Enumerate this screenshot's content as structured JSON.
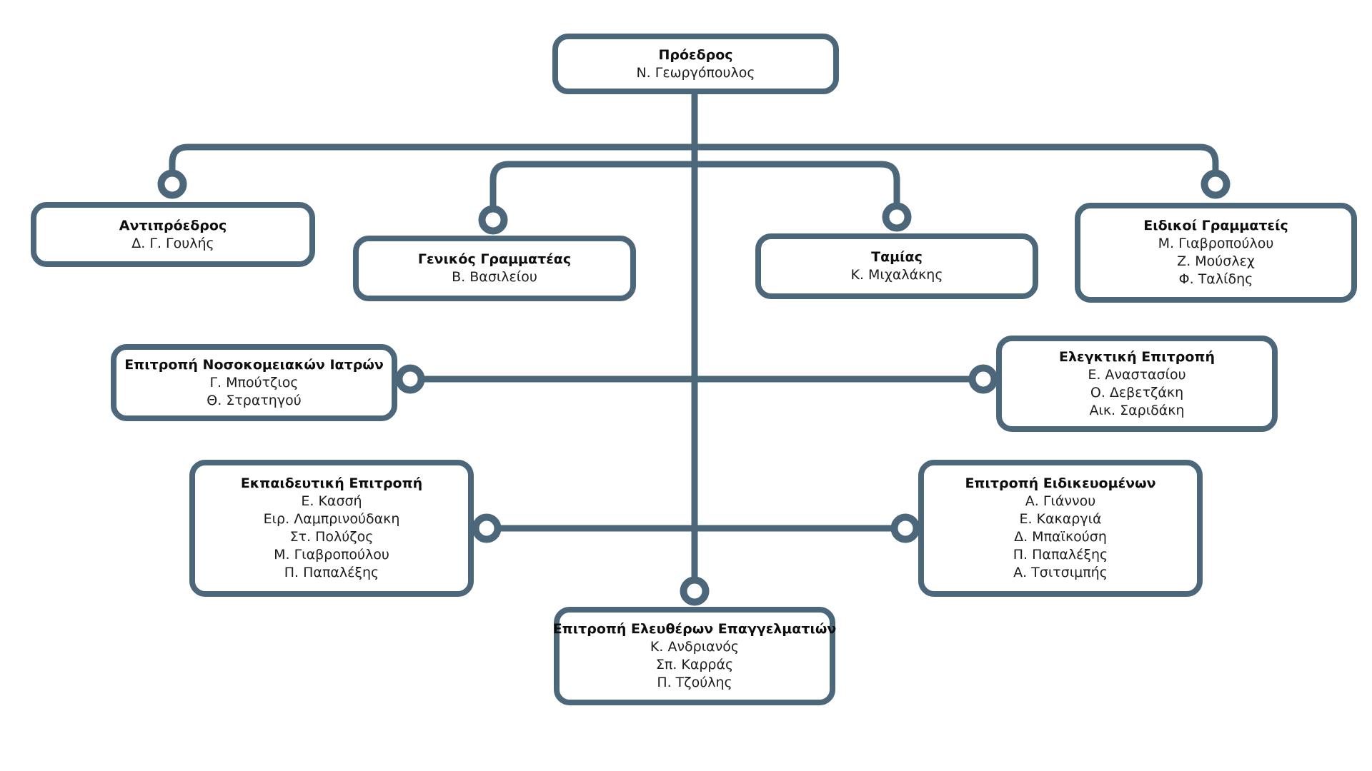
{
  "diagram": {
    "type": "org-chart",
    "accent_color": "#4b6779",
    "background_color": "#ffffff",
    "nodes": {
      "president": {
        "title": "Πρόεδρος",
        "members": [
          "Ν. Γεωργόπουλος"
        ]
      },
      "vice": {
        "title": "Αντιπρόεδρος",
        "members": [
          "Δ. Γ. Γουλής"
        ]
      },
      "general": {
        "title": "Γενικός Γραμματέας",
        "members": [
          "Β. Βασιλείου"
        ]
      },
      "treasurer": {
        "title": "Ταμίας",
        "members": [
          "Κ. Μιχαλάκης"
        ]
      },
      "special": {
        "title": "Ειδικοί Γραμματείς",
        "members": [
          "Μ. Γιαβροπούλου",
          "Ζ. Μούσλεχ",
          "Φ. Ταλίδης"
        ]
      },
      "hospital": {
        "title": "Επιτροπή Νοσοκομειακών Ιατρών",
        "members": [
          "Γ. Μπούτζιος",
          "Θ. Στρατηγού"
        ]
      },
      "audit": {
        "title": "Ελεγκτική Επιτροπή",
        "members": [
          "Ε. Αναστασίου",
          "Ο. Δεβετζάκη",
          "Αικ. Σαριδάκη"
        ]
      },
      "education": {
        "title": "Εκπαιδευτική Επιτροπή",
        "members": [
          "Ε. Κασσή",
          "Ειρ. Λαμπρινούδακη",
          "Στ. Πολύζος",
          "Μ. Γιαβροπούλου",
          "Π. Παπαλέξης"
        ]
      },
      "residents": {
        "title": "Επιτροπή Ειδικευομένων",
        "members": [
          "Α. Γιάννου",
          "Ε. Κακαργιά",
          "Δ. Μπαϊκούση",
          "Π. Παπαλέξης",
          "Α. Τσιτσιμπής"
        ]
      },
      "freelancers": {
        "title": "Επιτροπή Ελευθέρων Επαγγελματιών",
        "members": [
          "Κ. Ανδριανός",
          "Σπ. Καρράς",
          "Π. Τζούλης"
        ]
      }
    },
    "edges": [
      {
        "from": "president",
        "to": "vice"
      },
      {
        "from": "president",
        "to": "general"
      },
      {
        "from": "president",
        "to": "treasurer"
      },
      {
        "from": "president",
        "to": "special"
      },
      {
        "from": "president",
        "to": "hospital"
      },
      {
        "from": "president",
        "to": "audit"
      },
      {
        "from": "president",
        "to": "education"
      },
      {
        "from": "president",
        "to": "residents"
      },
      {
        "from": "president",
        "to": "freelancers"
      }
    ]
  }
}
